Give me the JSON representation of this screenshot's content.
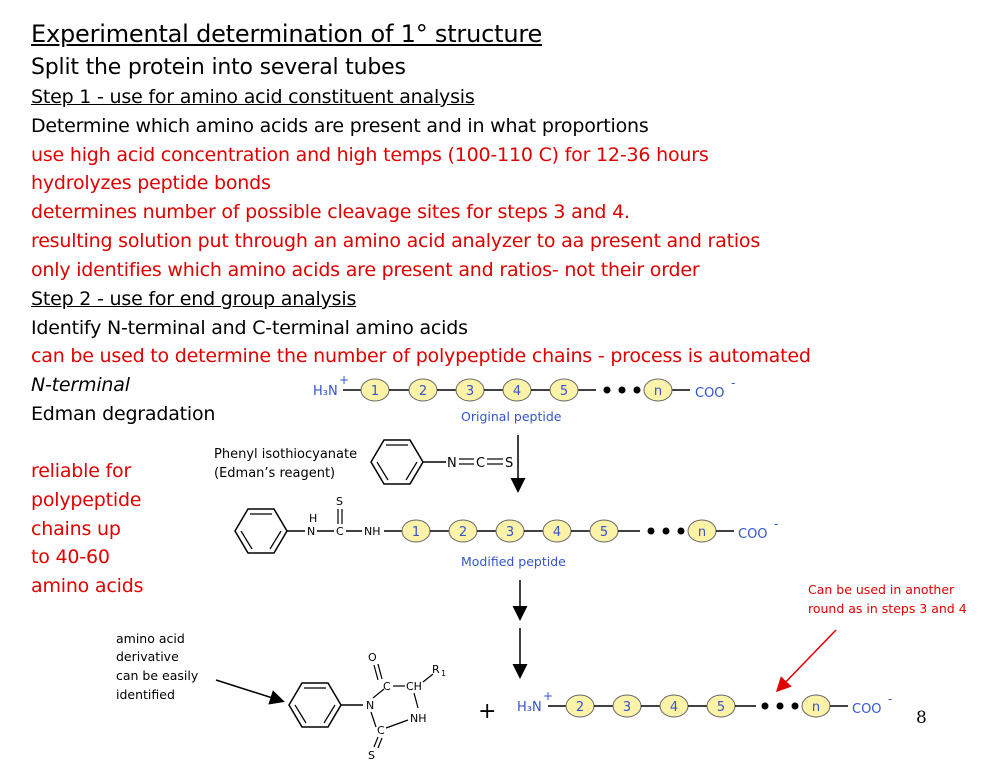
{
  "title": "Experimental determination of 1° structure",
  "subtitle": "Split the protein into several tubes",
  "step1_heading": "Step 1 - use for amino acid constituent analysis",
  "step1_lines": [
    "Determine which amino acids are present and in what proportions",
    "use high acid concentration and high temps (100-110 C) for 12-36 hours",
    "hydrolyzes peptide bonds",
    "determines number of possible cleavage sites for steps 3 and 4.",
    "resulting solution put through an amino acid analyzer to aa present and ratios",
    "only identifies which amino acids are present and ratios- not their order"
  ],
  "step2_heading": "Step 2 - use for end group analysis",
  "step2_lines": [
    "Identify N-terminal and C-terminal amino acids",
    "can be used to determine the number of polypeptide chains - process is automated"
  ],
  "n_terminal": "N-terminal",
  "edman": "Edman degradation",
  "reliable_lines": [
    "reliable for",
    "polypeptide",
    "chains up",
    "to 40-60",
    "amino acids"
  ],
  "diagram": {
    "h3n": "H₃N",
    "plus": "+",
    "coo": "COO",
    "minus": "-",
    "original_residues": [
      "1",
      "2",
      "3",
      "4",
      "5",
      "n"
    ],
    "original_label": "Original peptide",
    "reagent_lines": [
      "Phenyl isothiocyanate",
      "(Edman’s reagent)"
    ],
    "reagent_atoms": [
      "N",
      "C",
      "S"
    ],
    "modified_atoms": [
      "S",
      "H",
      "N",
      "C",
      "NH"
    ],
    "modified_residues": [
      "1",
      "2",
      "3",
      "4",
      "5",
      "n"
    ],
    "modified_label": "Modified peptide",
    "another_round": [
      "Can be used in another",
      "round as in steps 3 and 4"
    ],
    "derivative_lines": [
      "amino acid",
      "derivative",
      "can be easily",
      "identified"
    ],
    "ring_atoms": [
      "O",
      "C",
      "CH",
      "R",
      "1",
      "N",
      "NH",
      "C",
      "S"
    ],
    "plus_big": "+",
    "final_residues": [
      "2",
      "3",
      "4",
      "5",
      "n"
    ]
  },
  "page_number": "8",
  "colors": {
    "text": "#000000",
    "red": "#e00000",
    "blue": "#3355cc",
    "bead": "#fdf3a8",
    "bead_stroke": "#666666"
  }
}
